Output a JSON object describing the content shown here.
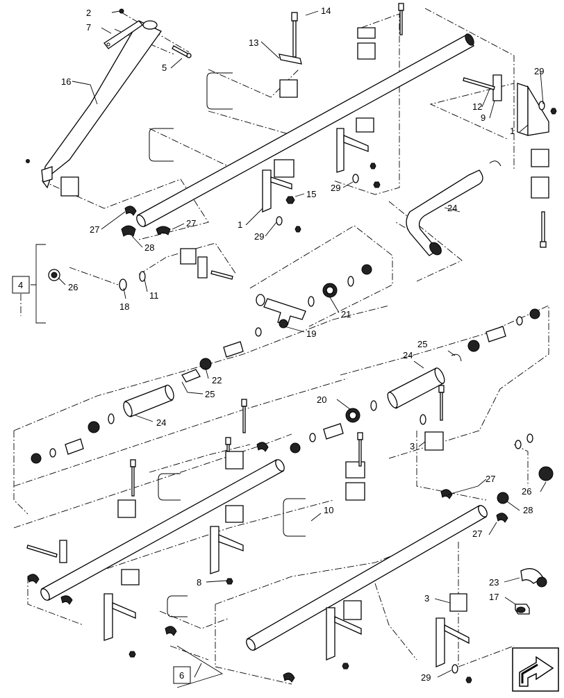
{
  "callouts": [
    {
      "id": "c2",
      "text": "2"
    },
    {
      "id": "c7",
      "text": "7"
    },
    {
      "id": "c5",
      "text": "5"
    },
    {
      "id": "c16",
      "text": "16"
    },
    {
      "id": "c14",
      "text": "14"
    },
    {
      "id": "c13",
      "text": "13"
    },
    {
      "id": "c29a",
      "text": "29"
    },
    {
      "id": "c12",
      "text": "12"
    },
    {
      "id": "c9",
      "text": "9"
    },
    {
      "id": "c1a",
      "text": "1"
    },
    {
      "id": "c15",
      "text": "15"
    },
    {
      "id": "c29b",
      "text": "29"
    },
    {
      "id": "c1b",
      "text": "1"
    },
    {
      "id": "c29c",
      "text": "29"
    },
    {
      "id": "c24a",
      "text": "24"
    },
    {
      "id": "c27a",
      "text": "27"
    },
    {
      "id": "c27b",
      "text": "27"
    },
    {
      "id": "c28a",
      "text": "28"
    },
    {
      "id": "c26a",
      "text": "26"
    },
    {
      "id": "c18",
      "text": "18"
    },
    {
      "id": "c11",
      "text": "11"
    },
    {
      "id": "c21",
      "text": "21"
    },
    {
      "id": "c19",
      "text": "19"
    },
    {
      "id": "c22",
      "text": "22"
    },
    {
      "id": "c25a",
      "text": "25"
    },
    {
      "id": "c25b",
      "text": "25"
    },
    {
      "id": "c24b",
      "text": "24"
    },
    {
      "id": "c24c",
      "text": "24"
    },
    {
      "id": "c20",
      "text": "20"
    },
    {
      "id": "c3a",
      "text": "3"
    },
    {
      "id": "c10",
      "text": "10"
    },
    {
      "id": "c27c",
      "text": "27"
    },
    {
      "id": "c28b",
      "text": "28"
    },
    {
      "id": "c27d",
      "text": "27"
    },
    {
      "id": "c26b",
      "text": "26"
    },
    {
      "id": "c8",
      "text": "8"
    },
    {
      "id": "c23",
      "text": "23"
    },
    {
      "id": "c17",
      "text": "17"
    },
    {
      "id": "c3b",
      "text": "3"
    },
    {
      "id": "c29d",
      "text": "29"
    }
  ],
  "boxes": [
    {
      "id": "b4",
      "text": "4"
    },
    {
      "id": "b6",
      "text": "6"
    }
  ],
  "nav_icon": "arrow-next-icon"
}
